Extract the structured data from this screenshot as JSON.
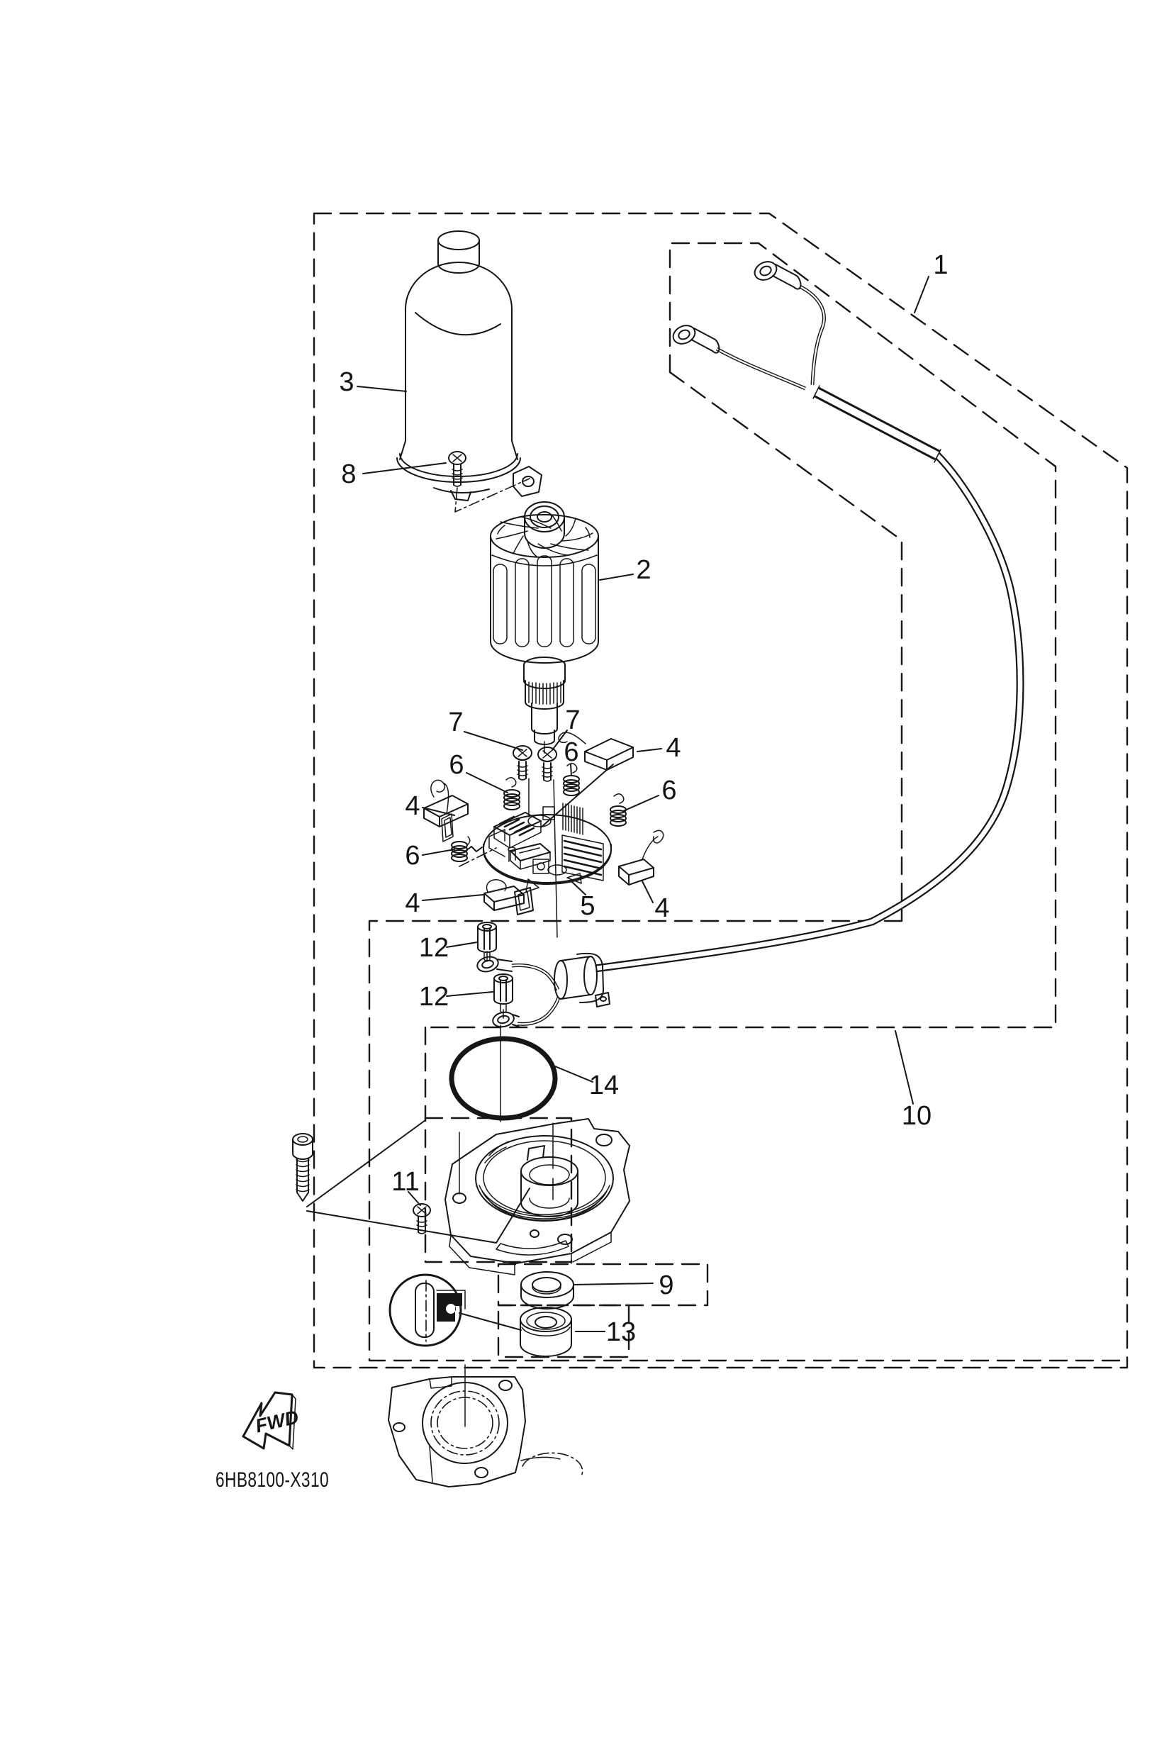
{
  "diagram": {
    "part_code": "6HB8100-X310",
    "fwd_label": "FWD",
    "callouts": [
      {
        "n": "1"
      },
      {
        "n": "2"
      },
      {
        "n": "3"
      },
      {
        "n": "8"
      },
      {
        "n": "7"
      },
      {
        "n": "7"
      },
      {
        "n": "6"
      },
      {
        "n": "6"
      },
      {
        "n": "6"
      },
      {
        "n": "6"
      },
      {
        "n": "4"
      },
      {
        "n": "4"
      },
      {
        "n": "4"
      },
      {
        "n": "4"
      },
      {
        "n": "5"
      },
      {
        "n": "12"
      },
      {
        "n": "12"
      },
      {
        "n": "14"
      },
      {
        "n": "10"
      },
      {
        "n": "11"
      },
      {
        "n": "9"
      },
      {
        "n": "13"
      }
    ]
  }
}
